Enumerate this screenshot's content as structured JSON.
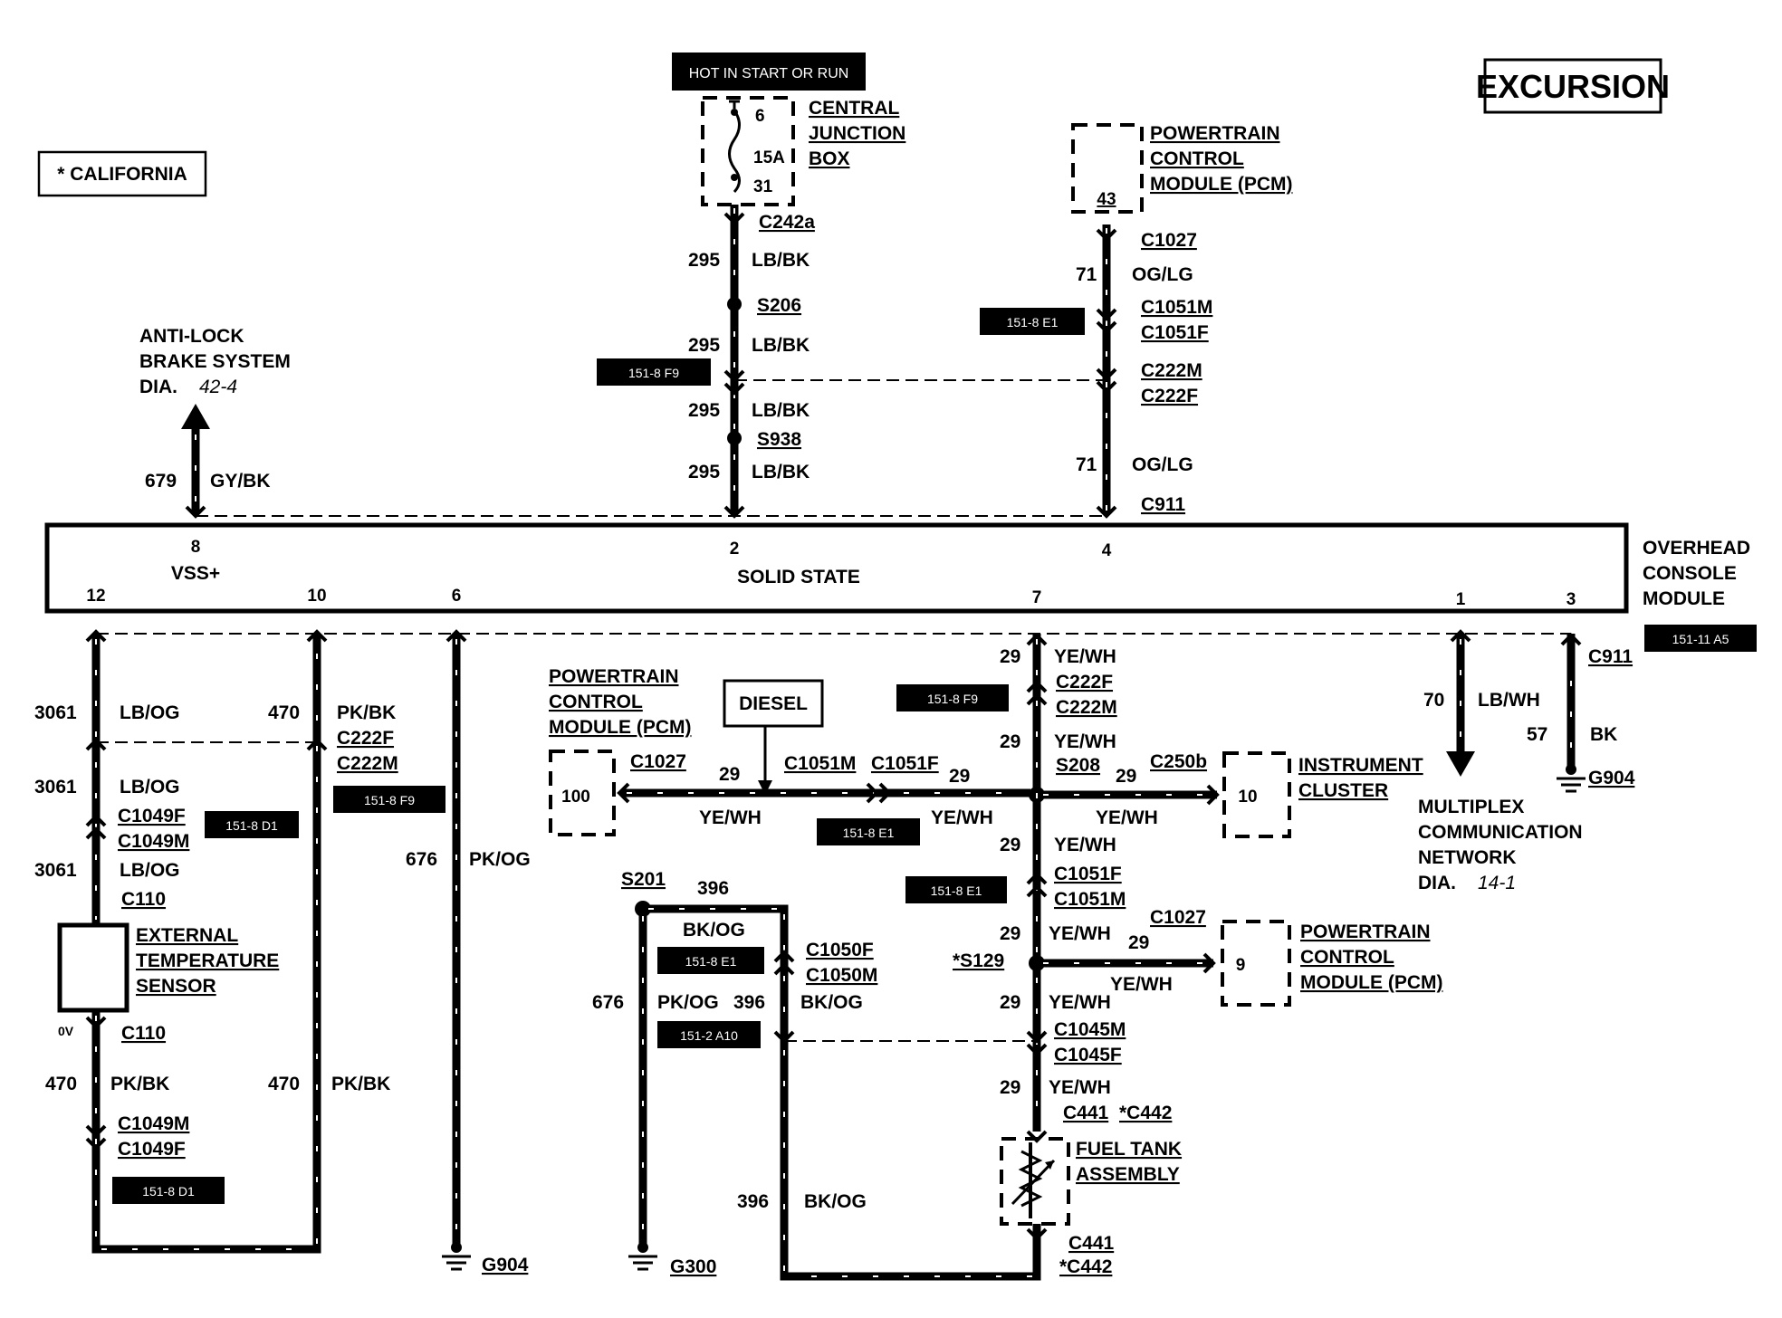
{
  "title": "EXCURSION",
  "note": "* CALIFORNIA",
  "hot_label": "HOT IN START OR RUN",
  "cjb": {
    "name": [
      "CENTRAL",
      "JUNCTION",
      "BOX"
    ],
    "pin_top": "6",
    "fuse": "15A",
    "pin_bottom": "31"
  },
  "pcm_top": {
    "name": [
      "POWERTRAIN",
      "CONTROL",
      "MODULE (PCM)"
    ],
    "pin": "43"
  },
  "anti_lock": {
    "lines": [
      "ANTI-LOCK",
      "BRAKE SYSTEM",
      "DIA."
    ],
    "dia_ref": "42-4"
  },
  "overhead": {
    "name": [
      "OVERHEAD",
      "CONSOLE",
      "MODULE"
    ],
    "inner": "SOLID STATE",
    "vss": "VSS+",
    "ref": "151-11 A5",
    "pins_top": [
      "8",
      "2",
      "4"
    ],
    "pins_bottom": [
      "12",
      "10",
      "6",
      "7",
      "1",
      "3"
    ]
  },
  "circuit_295": {
    "num": "295",
    "color": "LB/BK",
    "connector_top": "C242a",
    "splice1": "S206",
    "splice2": "S938",
    "ref": "151-8 F9"
  },
  "circuit_71": {
    "num": "71",
    "color": "OG/LG",
    "conn1": "C1027",
    "conn2a": "C1051M",
    "conn2b": "C1051F",
    "conn3a": "C222M",
    "conn3b": "C222F",
    "conn4": "C911",
    "ref": "151-8 E1"
  },
  "circuit_679": {
    "num": "679",
    "color": "GY/BK"
  },
  "circuit_3061": {
    "num": "3061",
    "color": "LB/OG",
    "conn_a": "C1049F",
    "conn_b": "C1049M",
    "conn_c": "C110",
    "ref": "151-8 D1"
  },
  "circuit_470": {
    "num": "470",
    "color": "PK/BK",
    "conn_a": "C222F",
    "conn_b": "C222M",
    "ref": "151-8 F9"
  },
  "ext_temp": {
    "name": [
      "EXTERNAL",
      "TEMPERATURE",
      "SENSOR"
    ],
    "ov": "0V",
    "conn": "C110",
    "conn_a": "C1049M",
    "conn_b": "C1049F",
    "ref": "151-8 D1"
  },
  "circuit_676": {
    "num": "676",
    "color": "PK/OG",
    "ground": "G904"
  },
  "pcm_mid": {
    "name": [
      "POWERTRAIN",
      "CONTROL",
      "MODULE (PCM)"
    ],
    "pin": "100",
    "conn": "C1027"
  },
  "diesel": "DIESEL",
  "circuit_29": {
    "num": "29",
    "color": "YE/WH",
    "conn_a": "C1051M",
    "conn_b": "C1051F",
    "c222f": "C222F",
    "c222m": "C222M",
    "splice_s208": "S208",
    "conn_c250b": "C250b",
    "c1051f": "C1051F",
    "c1051m": "C1051M",
    "c1027": "C1027",
    "splice_s129": "*S129",
    "c1045m": "C1045M",
    "c1045f": "C1045F",
    "c441": "C441",
    "c442": "*C442",
    "ref_f9": "151-8 F9",
    "ref_e1a": "151-8 E1",
    "ref_e1b": "151-8 E1"
  },
  "inst_cluster": {
    "name": [
      "INSTRUMENT",
      "CLUSTER"
    ],
    "pin": "10"
  },
  "pcm_low": {
    "name": [
      "POWERTRAIN",
      "CONTROL",
      "MODULE (PCM)"
    ],
    "pin": "9"
  },
  "circuit_70": {
    "num": "70",
    "color": "LB/WH"
  },
  "multiplex": {
    "lines": [
      "MULTIPLEX",
      "COMMUNICATION",
      "NETWORK",
      "DIA."
    ],
    "dia_ref": "14-1"
  },
  "circuit_57": {
    "num": "57",
    "color": "BK",
    "conn": "C911",
    "ground": "G904"
  },
  "circuit_396": {
    "num": "396",
    "color": "BK/OG",
    "splice": "S201",
    "conn_a": "C1050F",
    "conn_b": "C1050M",
    "ref_e1": "151-8 E1",
    "ref_a10": "151-2 A10"
  },
  "circuit_676b": {
    "num": "676",
    "color": "PK/OG",
    "ground": "G300"
  },
  "fuel_tank": {
    "name": [
      "FUEL TANK",
      "ASSEMBLY"
    ],
    "c441": "C441",
    "c442": "*C442"
  }
}
